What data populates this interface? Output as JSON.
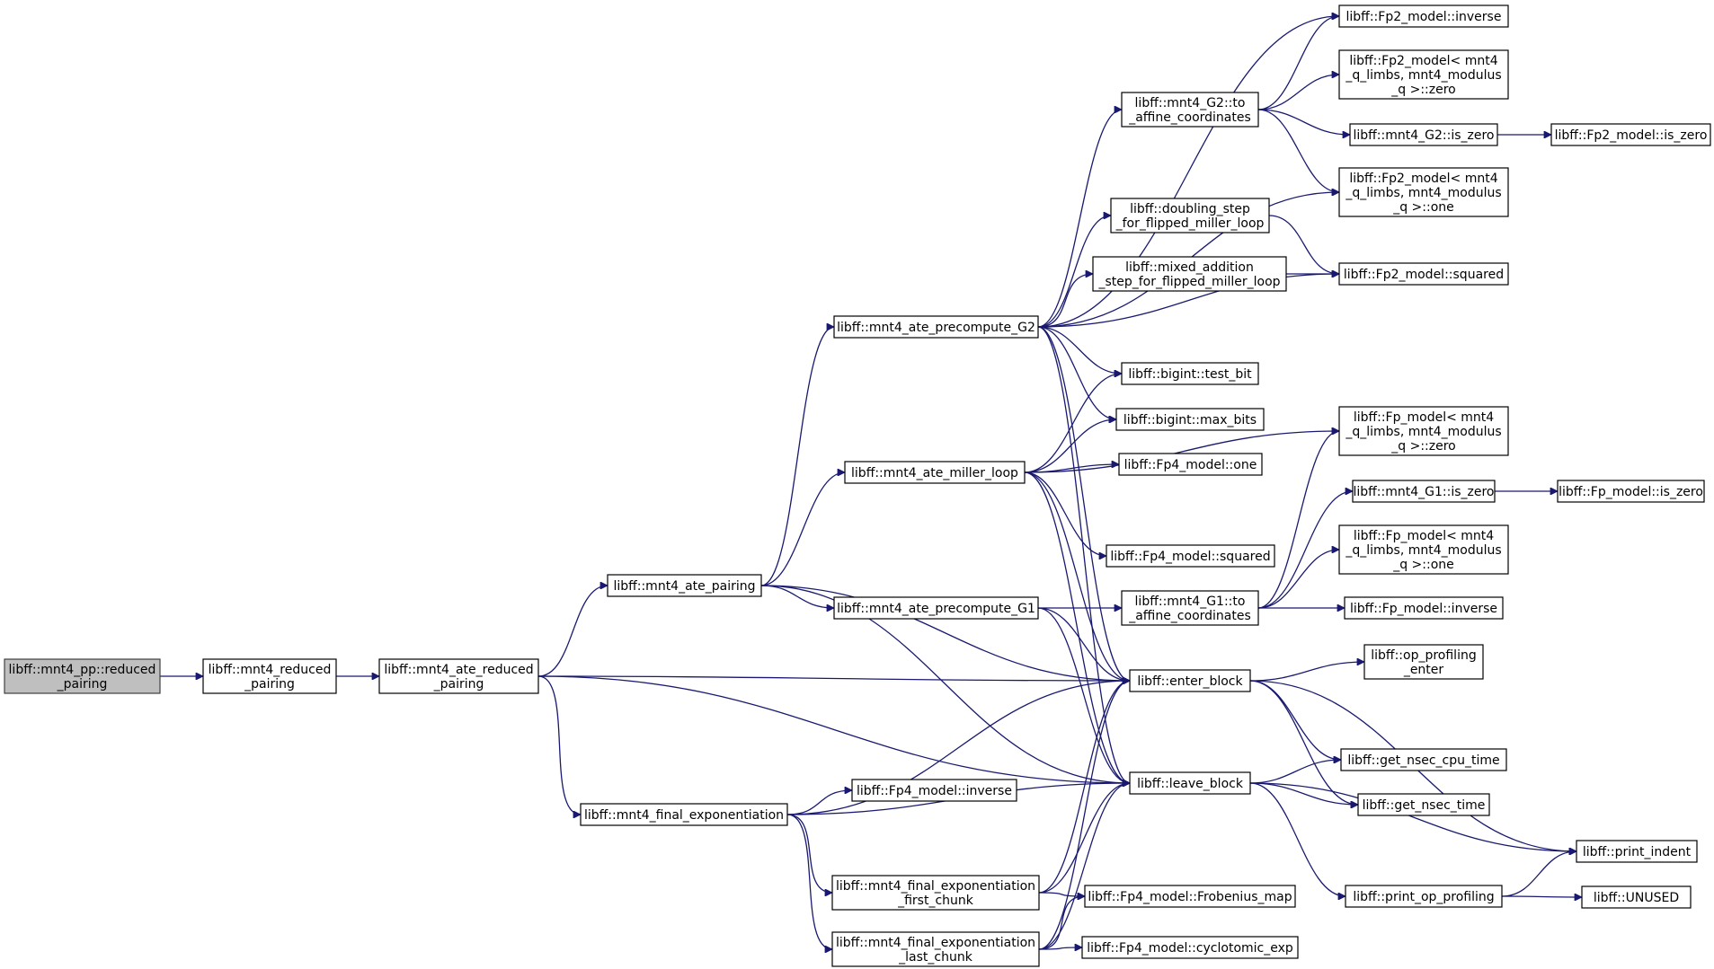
{
  "diagram": {
    "type": "call-graph",
    "colors": {
      "edge": "#191970",
      "root_fill": "#bfbfbf",
      "node_fill": "#ffffff",
      "node_border": "#000000"
    },
    "nodes": [
      {
        "id": "root",
        "lines": [
          "libff::mnt4_pp::reduced",
          "_pairing"
        ]
      },
      {
        "id": "n_reduced",
        "lines": [
          "libff::mnt4_reduced",
          "_pairing"
        ]
      },
      {
        "id": "n_ate_reduced",
        "lines": [
          "libff::mnt4_ate_reduced",
          "_pairing"
        ]
      },
      {
        "id": "n_ate_pairing",
        "lines": [
          "libff::mnt4_ate_pairing"
        ]
      },
      {
        "id": "n_final_exp",
        "lines": [
          "libff::mnt4_final_exponentiation"
        ]
      },
      {
        "id": "n_pre_g2",
        "lines": [
          "libff::mnt4_ate_precompute_G2"
        ]
      },
      {
        "id": "n_miller",
        "lines": [
          "libff::mnt4_ate_miller_loop"
        ]
      },
      {
        "id": "n_pre_g1",
        "lines": [
          "libff::mnt4_ate_precompute_G1"
        ]
      },
      {
        "id": "n_fp4_inverse",
        "lines": [
          "libff::Fp4_model::inverse"
        ]
      },
      {
        "id": "n_first_chunk",
        "lines": [
          "libff::mnt4_final_exponentiation",
          "_first_chunk"
        ]
      },
      {
        "id": "n_last_chunk",
        "lines": [
          "libff::mnt4_final_exponentiation",
          "_last_chunk"
        ]
      },
      {
        "id": "n_g2_to_affine",
        "lines": [
          "libff::mnt4_G2::to",
          "_affine_coordinates"
        ]
      },
      {
        "id": "n_doubling",
        "lines": [
          "libff::doubling_step",
          "_for_flipped_miller_loop"
        ]
      },
      {
        "id": "n_mixed",
        "lines": [
          "libff::mixed_addition",
          "_step_for_flipped_miller_loop"
        ]
      },
      {
        "id": "n_test_bit",
        "lines": [
          "libff::bigint::test_bit"
        ]
      },
      {
        "id": "n_max_bits",
        "lines": [
          "libff::bigint::max_bits"
        ]
      },
      {
        "id": "n_fp4_one",
        "lines": [
          "libff::Fp4_model::one"
        ]
      },
      {
        "id": "n_fp4_squared",
        "lines": [
          "libff::Fp4_model::squared"
        ]
      },
      {
        "id": "n_g1_to_affine",
        "lines": [
          "libff::mnt4_G1::to",
          "_affine_coordinates"
        ]
      },
      {
        "id": "n_enter",
        "lines": [
          "libff::enter_block"
        ]
      },
      {
        "id": "n_leave",
        "lines": [
          "libff::leave_block"
        ]
      },
      {
        "id": "n_frobenius",
        "lines": [
          "libff::Fp4_model::Frobenius_map"
        ]
      },
      {
        "id": "n_cyclo",
        "lines": [
          "libff::Fp4_model::cyclotomic_exp"
        ]
      },
      {
        "id": "n_fp2_inverse",
        "lines": [
          "libff::Fp2_model::inverse"
        ]
      },
      {
        "id": "n_fp2_zero",
        "lines": [
          "libff::Fp2_model< mnt4",
          "_q_limbs, mnt4_modulus",
          "_q >::zero"
        ]
      },
      {
        "id": "n_g2_is_zero",
        "lines": [
          "libff::mnt4_G2::is_zero"
        ]
      },
      {
        "id": "n_fp2_one",
        "lines": [
          "libff::Fp2_model< mnt4",
          "_q_limbs, mnt4_modulus",
          "_q >::one"
        ]
      },
      {
        "id": "n_fp2_squared",
        "lines": [
          "libff::Fp2_model::squared"
        ]
      },
      {
        "id": "n_fp_zero",
        "lines": [
          "libff::Fp_model< mnt4",
          "_q_limbs, mnt4_modulus",
          "_q >::zero"
        ]
      },
      {
        "id": "n_g1_is_zero",
        "lines": [
          "libff::mnt4_G1::is_zero"
        ]
      },
      {
        "id": "n_fp_one",
        "lines": [
          "libff::Fp_model< mnt4",
          "_q_limbs, mnt4_modulus",
          "_q >::one"
        ]
      },
      {
        "id": "n_fp_inverse",
        "lines": [
          "libff::Fp_model::inverse"
        ]
      },
      {
        "id": "n_op_prof_enter",
        "lines": [
          "libff::op_profiling",
          "_enter"
        ]
      },
      {
        "id": "n_cpu_time",
        "lines": [
          "libff::get_nsec_cpu_time"
        ]
      },
      {
        "id": "n_nsec_time",
        "lines": [
          "libff::get_nsec_time"
        ]
      },
      {
        "id": "n_print_prof",
        "lines": [
          "libff::print_op_profiling"
        ]
      },
      {
        "id": "n_fp2_is_zero",
        "lines": [
          "libff::Fp2_model::is_zero"
        ]
      },
      {
        "id": "n_fp_is_zero",
        "lines": [
          "libff::Fp_model::is_zero"
        ]
      },
      {
        "id": "n_print_indent",
        "lines": [
          "libff::print_indent"
        ]
      },
      {
        "id": "n_unused",
        "lines": [
          "libff::UNUSED"
        ]
      }
    ],
    "edges": [
      [
        "root",
        "n_reduced"
      ],
      [
        "n_reduced",
        "n_ate_reduced"
      ],
      [
        "n_ate_reduced",
        "n_ate_pairing"
      ],
      [
        "n_ate_reduced",
        "n_final_exp"
      ],
      [
        "n_ate_reduced",
        "n_enter"
      ],
      [
        "n_ate_reduced",
        "n_leave"
      ],
      [
        "n_ate_pairing",
        "n_pre_g2"
      ],
      [
        "n_ate_pairing",
        "n_miller"
      ],
      [
        "n_ate_pairing",
        "n_pre_g1"
      ],
      [
        "n_ate_pairing",
        "n_enter"
      ],
      [
        "n_ate_pairing",
        "n_leave"
      ],
      [
        "n_final_exp",
        "n_fp4_inverse"
      ],
      [
        "n_final_exp",
        "n_first_chunk"
      ],
      [
        "n_final_exp",
        "n_last_chunk"
      ],
      [
        "n_final_exp",
        "n_enter"
      ],
      [
        "n_final_exp",
        "n_leave"
      ],
      [
        "n_pre_g2",
        "n_fp2_inverse"
      ],
      [
        "n_pre_g2",
        "n_g2_to_affine"
      ],
      [
        "n_pre_g2",
        "n_fp2_one"
      ],
      [
        "n_pre_g2",
        "n_doubling"
      ],
      [
        "n_pre_g2",
        "n_mixed"
      ],
      [
        "n_pre_g2",
        "n_fp2_squared"
      ],
      [
        "n_pre_g2",
        "n_test_bit"
      ],
      [
        "n_pre_g2",
        "n_max_bits"
      ],
      [
        "n_pre_g2",
        "n_enter"
      ],
      [
        "n_pre_g2",
        "n_leave"
      ],
      [
        "n_miller",
        "n_test_bit"
      ],
      [
        "n_miller",
        "n_max_bits"
      ],
      [
        "n_miller",
        "n_fp4_one"
      ],
      [
        "n_miller",
        "n_fp_zero"
      ],
      [
        "n_miller",
        "n_fp4_squared"
      ],
      [
        "n_miller",
        "n_enter"
      ],
      [
        "n_miller",
        "n_leave"
      ],
      [
        "n_pre_g1",
        "n_g1_to_affine"
      ],
      [
        "n_pre_g1",
        "n_enter"
      ],
      [
        "n_pre_g1",
        "n_leave"
      ],
      [
        "n_first_chunk",
        "n_frobenius"
      ],
      [
        "n_first_chunk",
        "n_enter"
      ],
      [
        "n_first_chunk",
        "n_leave"
      ],
      [
        "n_last_chunk",
        "n_frobenius"
      ],
      [
        "n_last_chunk",
        "n_cyclo"
      ],
      [
        "n_last_chunk",
        "n_enter"
      ],
      [
        "n_last_chunk",
        "n_leave"
      ],
      [
        "n_g2_to_affine",
        "n_fp2_inverse"
      ],
      [
        "n_g2_to_affine",
        "n_fp2_zero"
      ],
      [
        "n_g2_to_affine",
        "n_g2_is_zero"
      ],
      [
        "n_g2_to_affine",
        "n_fp2_one"
      ],
      [
        "n_g2_is_zero",
        "n_fp2_is_zero"
      ],
      [
        "n_doubling",
        "n_fp2_squared"
      ],
      [
        "n_mixed",
        "n_fp2_squared"
      ],
      [
        "n_g1_to_affine",
        "n_fp_zero"
      ],
      [
        "n_g1_to_affine",
        "n_g1_is_zero"
      ],
      [
        "n_g1_to_affine",
        "n_fp_one"
      ],
      [
        "n_g1_to_affine",
        "n_fp_inverse"
      ],
      [
        "n_g1_is_zero",
        "n_fp_is_zero"
      ],
      [
        "n_enter",
        "n_op_prof_enter"
      ],
      [
        "n_enter",
        "n_cpu_time"
      ],
      [
        "n_enter",
        "n_nsec_time"
      ],
      [
        "n_enter",
        "n_print_indent"
      ],
      [
        "n_leave",
        "n_cpu_time"
      ],
      [
        "n_leave",
        "n_nsec_time"
      ],
      [
        "n_leave",
        "n_print_indent"
      ],
      [
        "n_leave",
        "n_print_prof"
      ],
      [
        "n_print_prof",
        "n_print_indent"
      ],
      [
        "n_print_prof",
        "n_unused"
      ]
    ]
  }
}
